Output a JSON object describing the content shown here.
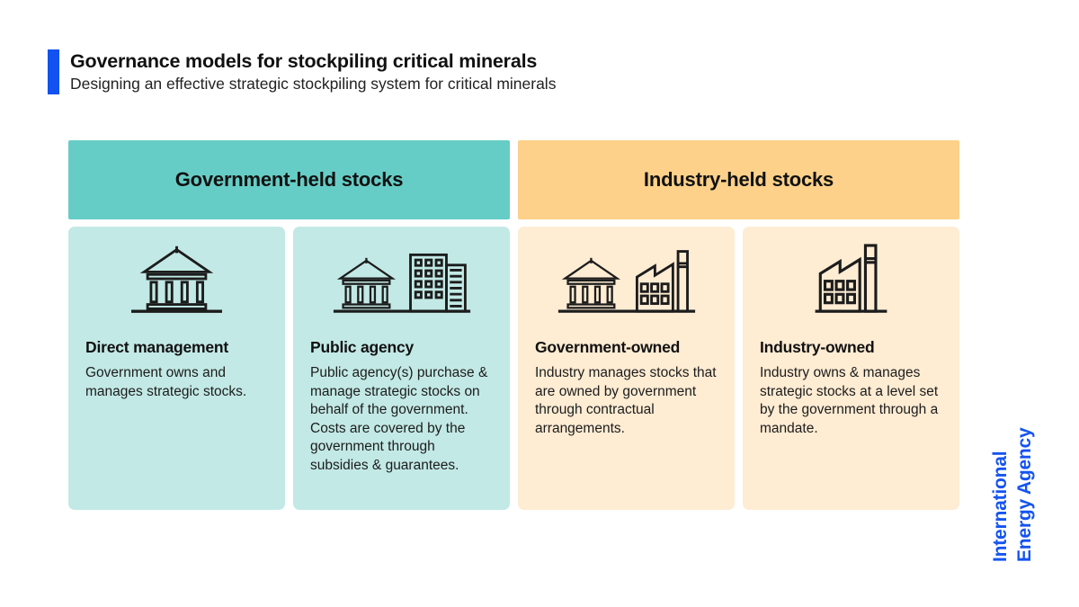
{
  "header": {
    "title": "Governance models for stockpiling critical minerals",
    "subtitle": "Designing an effective strategic stockpiling system for critical minerals"
  },
  "groups": [
    {
      "label": "Government-held stocks"
    },
    {
      "label": "Industry-held stocks"
    }
  ],
  "cards": [
    {
      "group": "government",
      "icon": "bank-icon",
      "title": "Direct management",
      "body": "Government owns and manages strategic stocks."
    },
    {
      "group": "government",
      "icon": "bank-and-office-icon",
      "title": "Public agency",
      "body": "Public agency(s) purchase & manage strategic stocks on behalf of the government. Costs are covered by the government through subsidies & guarantees."
    },
    {
      "group": "industry",
      "icon": "bank-and-factory-icon",
      "title": "Government-owned",
      "body": "Industry manages stocks that are owned by government through contractual arrangements."
    },
    {
      "group": "industry",
      "icon": "factory-icon",
      "title": "Industry-owned",
      "body": "Industry owns & manages strategic stocks at a level set by the government through a mandate."
    }
  ],
  "logo": {
    "line1": "International",
    "line2": "Energy Agency"
  },
  "colors": {
    "accent_blue": "#1152f0",
    "logo_blue": "#1554f0",
    "government_header": "#66cdc6",
    "government_card": "#c2e9e5",
    "industry_header": "#fdd189",
    "industry_card": "#feecd3",
    "icon_stroke": "#1c1c1c",
    "text": "#1a1a1a"
  }
}
